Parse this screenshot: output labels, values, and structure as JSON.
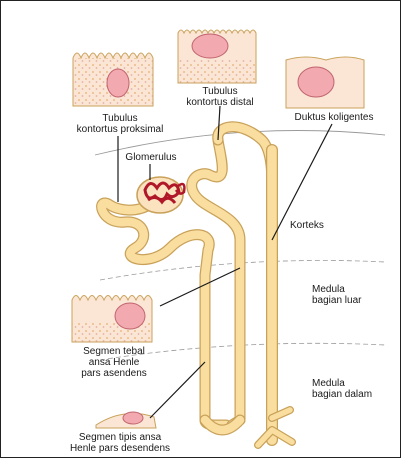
{
  "labels": {
    "tubulus_kontortus_proksimal": "Tubulus\nkontortus proksimal",
    "tubulus_kontortus_distal": "Tubulus\nkontortus distal",
    "duktus_koligentes": "Duktus koligentes",
    "glomerulus": "Glomerulus",
    "korteks": "Korteks",
    "medula_bagian_luar": "Medula\nbagian luar",
    "medula_bagian_dalam": "Medula\nbagian dalam",
    "segmen_tebal": "Segmen tebal\nansa Henle\npars asendens",
    "segmen_tipis": "Segmen tipis ansa\nHenle pars desendens"
  },
  "colors": {
    "tubule_fill": "#f9deA0",
    "tubule_stroke": "#c9a25a",
    "cell_fill": "#fbe6d6",
    "nucleus_fill": "#f2a9b0",
    "nucleus_stroke": "#c0646e",
    "glomerulus": "#b0182a",
    "leader": "#1a1a1a",
    "zone_line": "#9a9a9a"
  }
}
